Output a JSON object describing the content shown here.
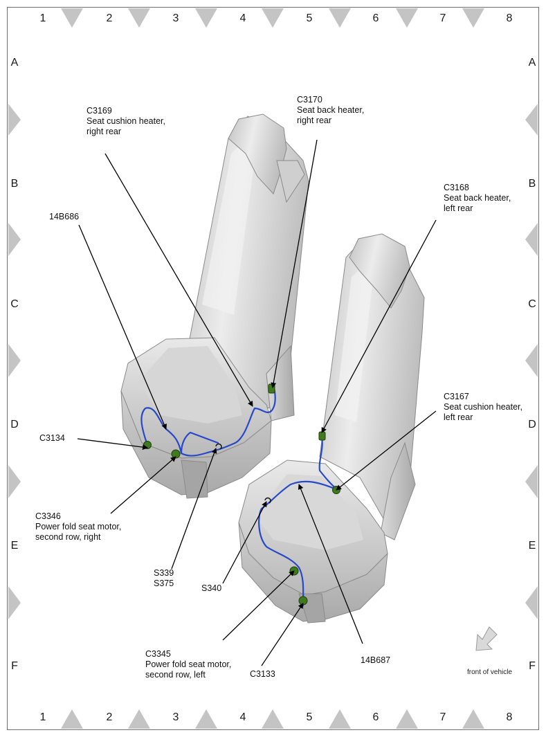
{
  "grid": {
    "columns": [
      "1",
      "2",
      "3",
      "4",
      "5",
      "6",
      "7",
      "8"
    ],
    "rows": [
      "A",
      "B",
      "C",
      "D",
      "E",
      "F"
    ]
  },
  "callouts": {
    "c3169": {
      "code": "C3169",
      "line1": "Seat cushion heater,",
      "line2": "right rear"
    },
    "c3170": {
      "code": "C3170",
      "line1": "Seat back heater,",
      "line2": "right rear"
    },
    "c3168": {
      "code": "C3168",
      "line1": "Seat back heater,",
      "line2": "left rear"
    },
    "c3167": {
      "code": "C3167",
      "line1": "Seat cushion heater,",
      "line2": "left rear"
    },
    "harness_14b686": {
      "code": "14B686"
    },
    "c3134": {
      "code": "C3134"
    },
    "c3346": {
      "code": "C3346",
      "line1": "Power fold seat motor,",
      "line2": "second row, right"
    },
    "s339_s375": {
      "line1": "S339",
      "line2": "S375"
    },
    "s340": {
      "code": "S340"
    },
    "c3345": {
      "code": "C3345",
      "line1": "Power fold seat motor,",
      "line2": "second row, left"
    },
    "c3133": {
      "code": "C3133"
    },
    "harness_14b687": {
      "code": "14B687"
    }
  },
  "front_indicator": {
    "label": "front of vehicle"
  },
  "colors": {
    "harness": "#2748c9",
    "connector": "#3f7a1e",
    "seat": "#d4d4d4",
    "marker": "#c4c4c4",
    "border": "#6d6d6d"
  }
}
